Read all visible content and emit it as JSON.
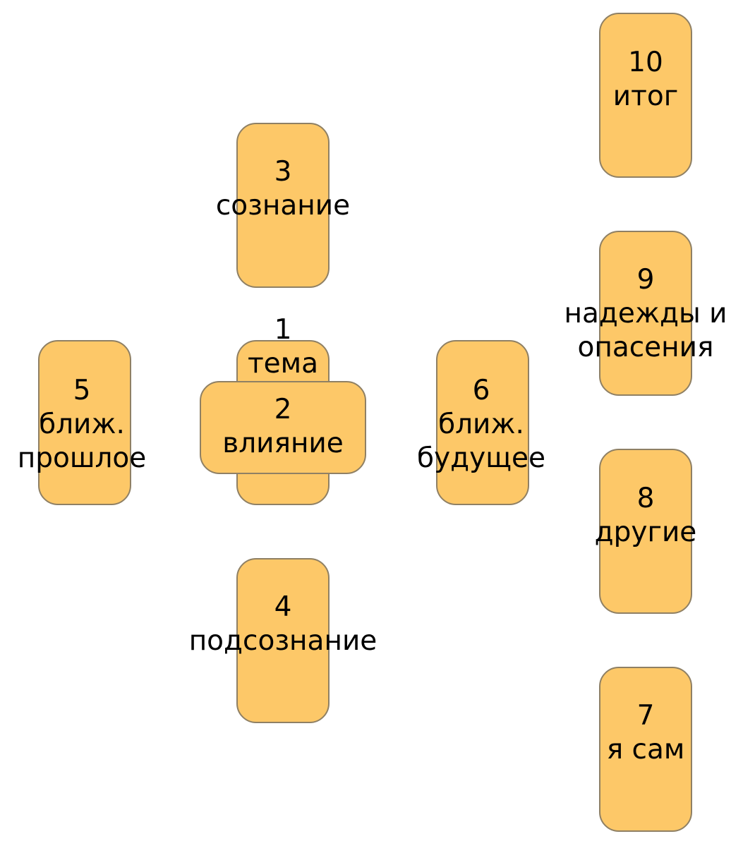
{
  "cards": [
    {
      "num": "1",
      "lines": [
        "тема"
      ]
    },
    {
      "num": "2",
      "lines": [
        "влияние"
      ]
    },
    {
      "num": "3",
      "lines": [
        "сознание"
      ]
    },
    {
      "num": "4",
      "lines": [
        "подсознание"
      ]
    },
    {
      "num": "5",
      "lines": [
        "ближ.",
        "прошлое"
      ]
    },
    {
      "num": "6",
      "lines": [
        "ближ.",
        "будущее"
      ]
    },
    {
      "num": "7",
      "lines": [
        "я сам"
      ]
    },
    {
      "num": "8",
      "lines": [
        "другие"
      ]
    },
    {
      "num": "9",
      "lines": [
        "надежды и",
        "опасения"
      ]
    },
    {
      "num": "10",
      "lines": [
        "итог"
      ]
    }
  ],
  "colors": {
    "card_fill": "#fdc868",
    "card_border": "#8f8064"
  }
}
